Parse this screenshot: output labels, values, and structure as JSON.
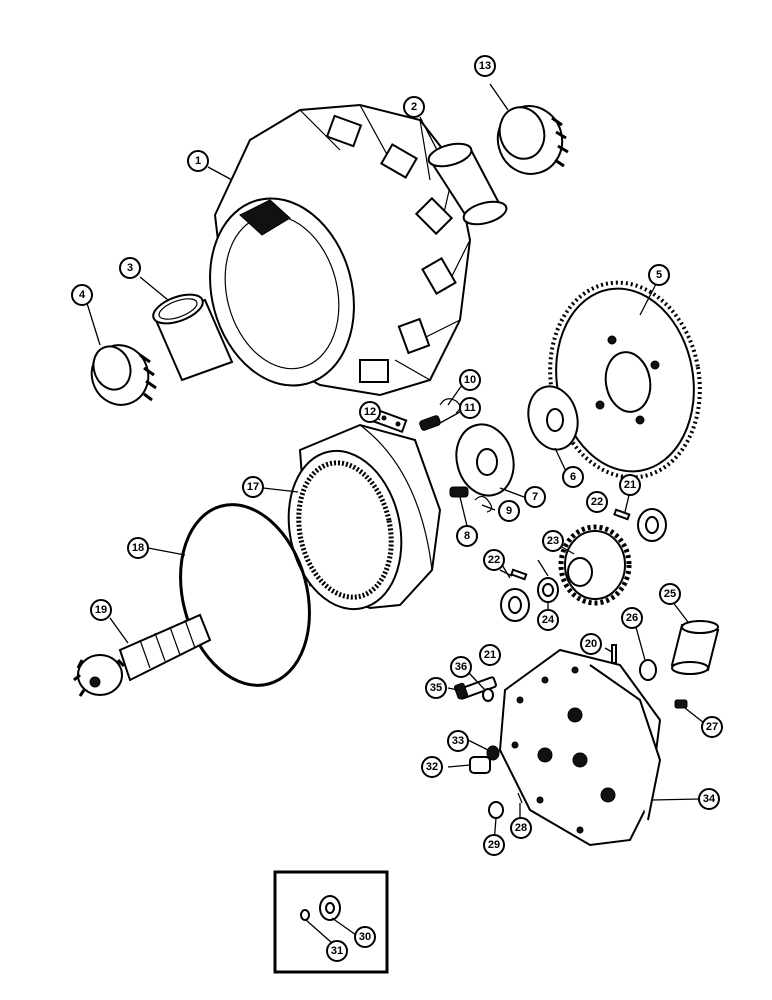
{
  "callouts": [
    "1",
    "2",
    "3",
    "4",
    "5",
    "6",
    "7",
    "8",
    "9",
    "10",
    "11",
    "12",
    "13",
    "17",
    "18",
    "19",
    "20",
    "21",
    "21",
    "22",
    "22",
    "23",
    "24",
    "25",
    "26",
    "27",
    "28",
    "29",
    "30",
    "31",
    "32",
    "33",
    "34",
    "35",
    "36"
  ]
}
